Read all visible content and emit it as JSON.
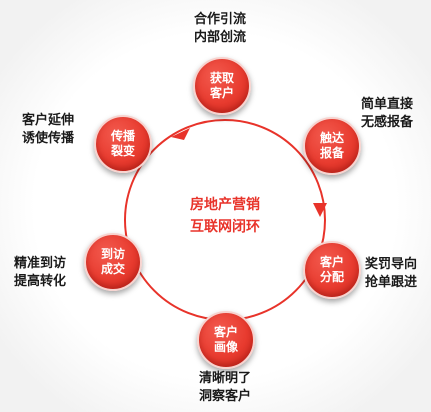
{
  "center": {
    "line1": "房地产营销",
    "line2": "互联网闭环"
  },
  "nodes": [
    {
      "id": "acquire",
      "line1": "获取",
      "line2": "客户",
      "caption1": "合作引流",
      "caption2": "内部创流"
    },
    {
      "id": "reach",
      "line1": "触达",
      "line2": "报备",
      "caption1": "简单直接",
      "caption2": "无感报备"
    },
    {
      "id": "allocate",
      "line1": "客户",
      "line2": "分配",
      "caption1": "奖罚导向",
      "caption2": "抢单跟进"
    },
    {
      "id": "portrait",
      "line1": "客户",
      "line2": "画像",
      "caption1": "清晰明了",
      "caption2": "洞察客户"
    },
    {
      "id": "visit",
      "line1": "到访",
      "line2": "成交",
      "caption1": "精准到访",
      "caption2": "提高转化"
    },
    {
      "id": "spread",
      "line1": "传播",
      "line2": "裂变",
      "caption1": "客户延伸",
      "caption2": "诱使传播"
    }
  ],
  "colors": {
    "accent": "#e8332a",
    "text": "#1a1a1a",
    "ring": "#e8332a"
  }
}
